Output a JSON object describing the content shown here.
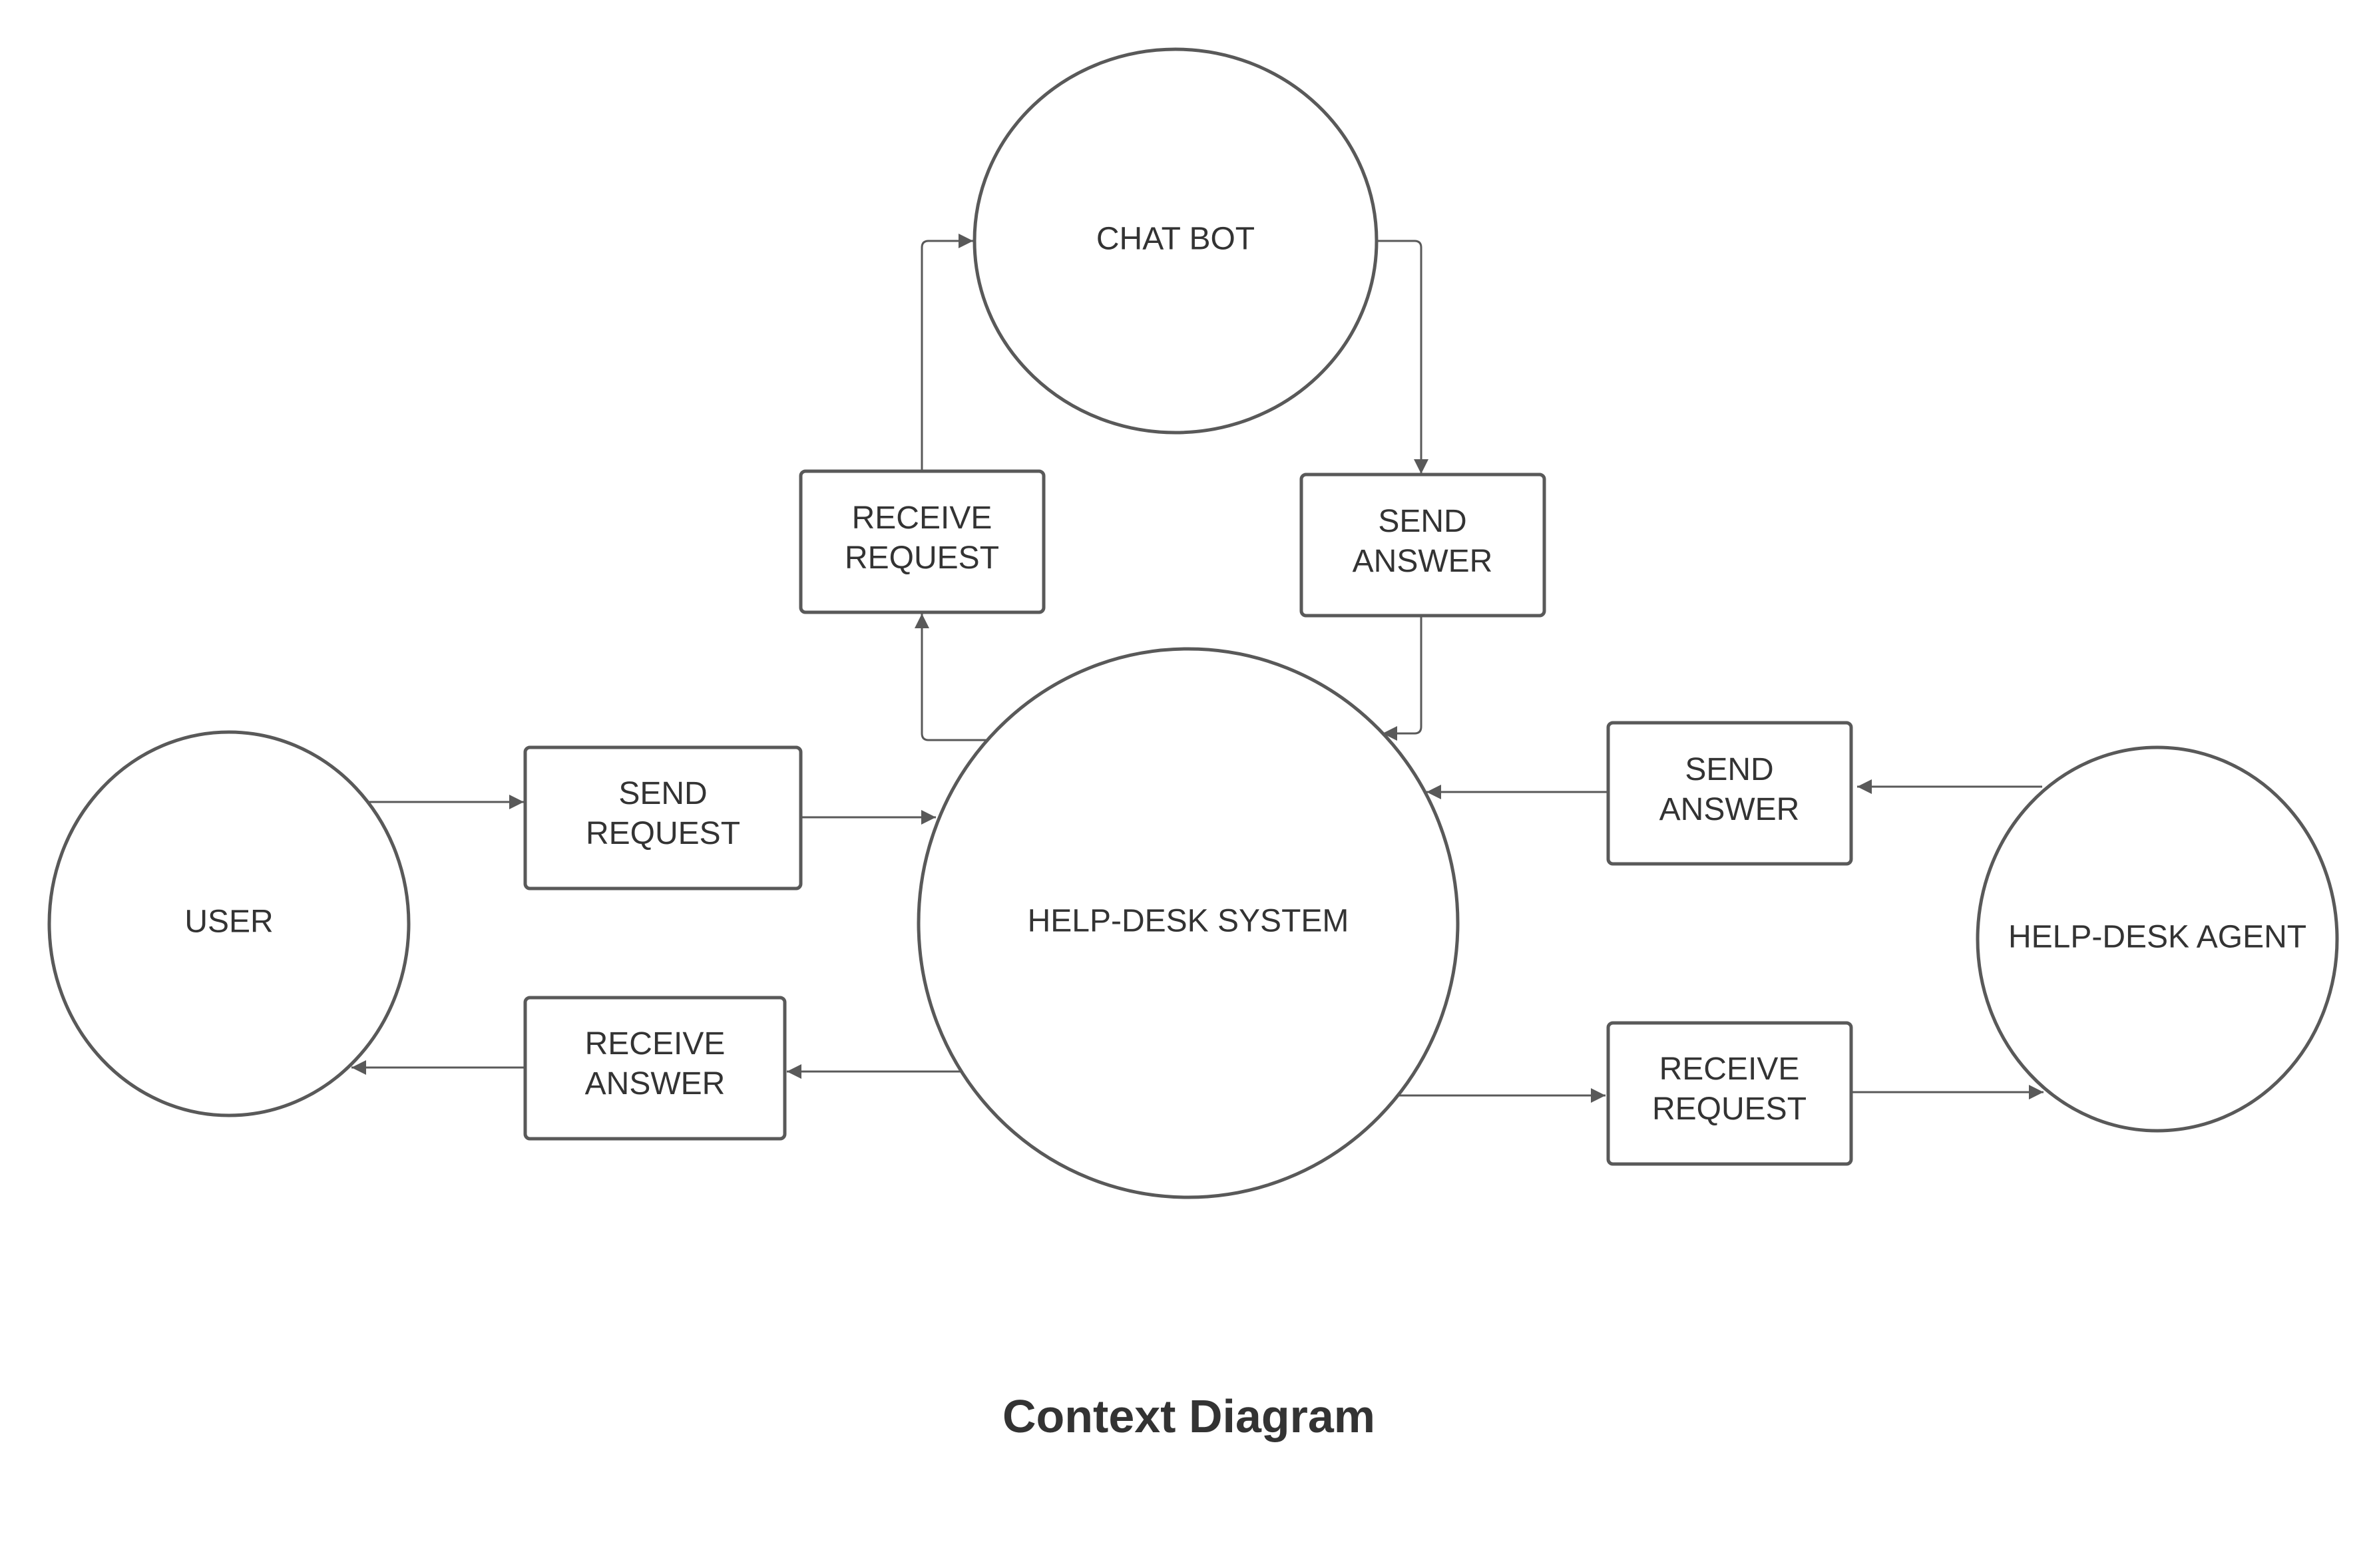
{
  "diagram": {
    "title": "Context Diagram",
    "nodes": {
      "chat_bot": "CHAT BOT",
      "help_desk_system": "HELP-DESK SYSTEM",
      "user": "USER",
      "help_desk_agent": "HELP-DESK AGENT"
    },
    "processes": {
      "bot_receive_request": [
        "RECEIVE",
        "REQUEST"
      ],
      "bot_send_answer": [
        "SEND",
        "ANSWER"
      ],
      "user_send_request": [
        "SEND",
        "REQUEST"
      ],
      "user_receive_answer": [
        "RECEIVE",
        "ANSWER"
      ],
      "agent_send_answer": [
        "SEND",
        "ANSWER"
      ],
      "agent_receive_request": [
        "RECEIVE",
        "REQUEST"
      ]
    },
    "colors": {
      "stroke": "#595959",
      "text": "#333333",
      "background": "#ffffff"
    }
  }
}
